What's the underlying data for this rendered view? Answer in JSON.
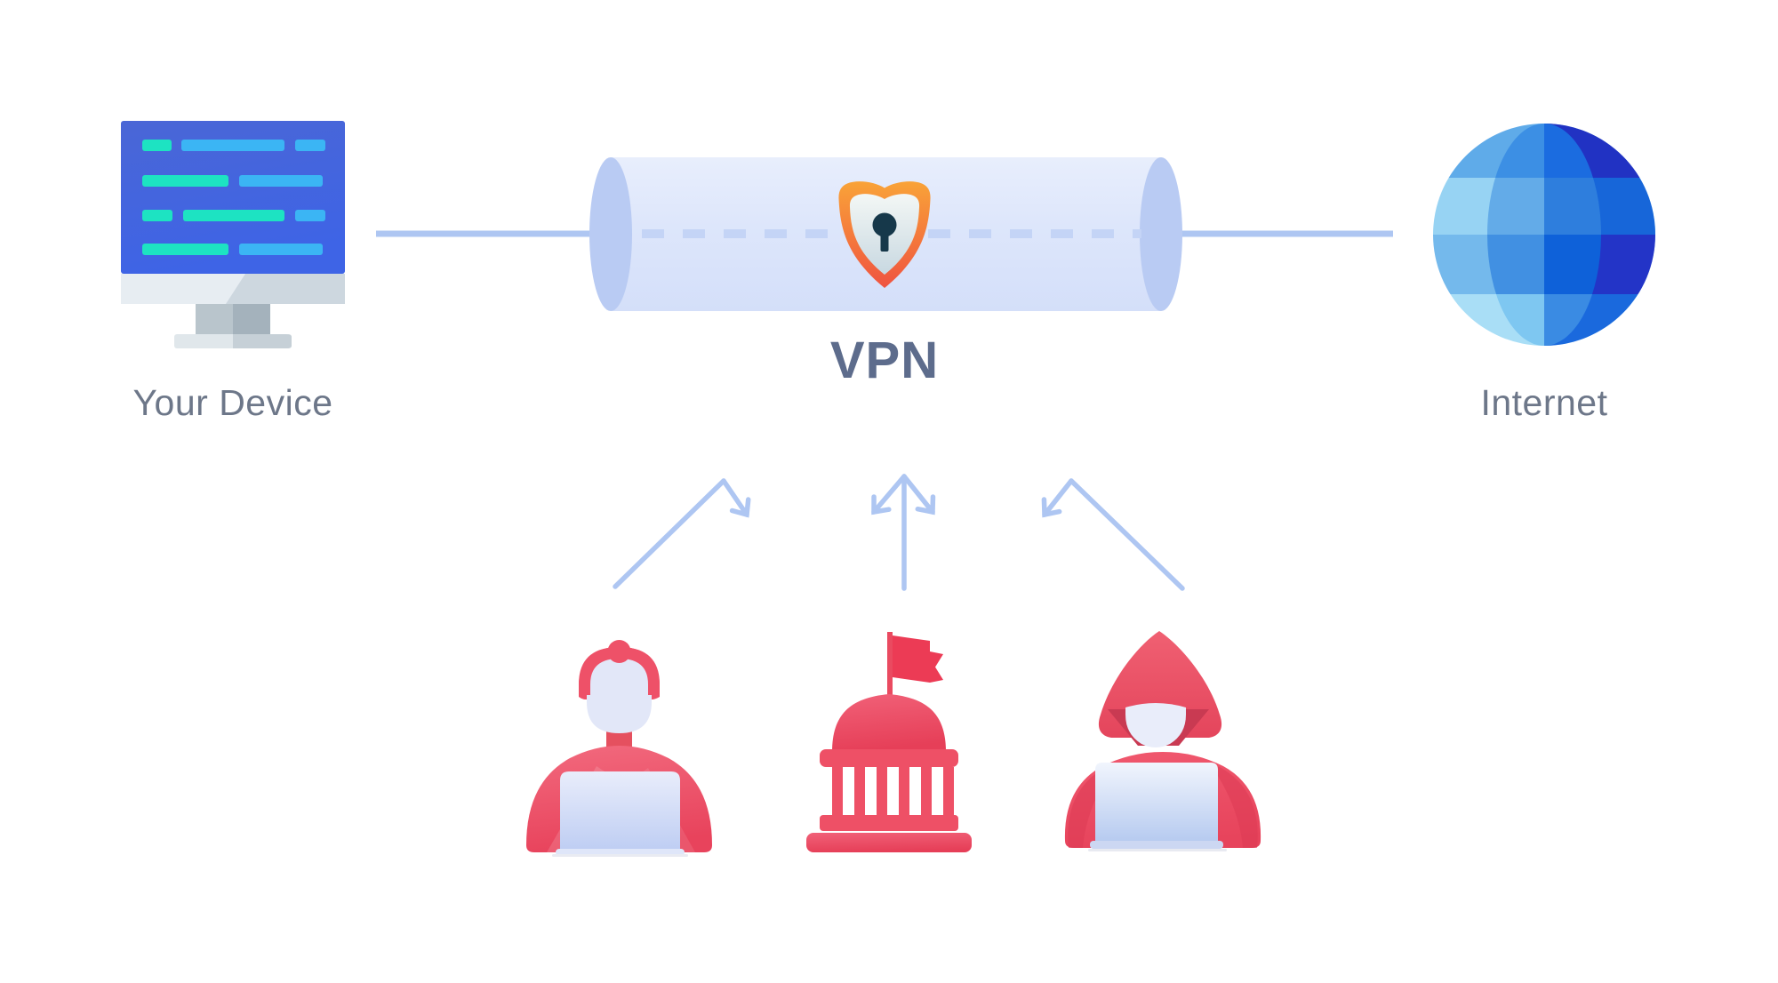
{
  "device": {
    "label": "Your Device",
    "icon": "desktop-monitor-icon"
  },
  "vpn": {
    "label": "VPN",
    "icon": "shield-lock-icon"
  },
  "internet": {
    "label": "Internet",
    "icon": "globe-icon"
  },
  "threats": {
    "icons": [
      "snooper-with-laptop-icon",
      "government-building-icon",
      "hacker-with-laptop-icon"
    ],
    "arrow_icon": "deflected-arrow-icon"
  },
  "colors": {
    "background": "#ffffff",
    "connector_blue": "#aec6f2",
    "tunnel_body": "#dde6fb",
    "tunnel_cap": "#b9cbf3",
    "dash_blue": "#c4d4f6",
    "shield_orange": "#f9a338",
    "shield_red": "#ef5340",
    "shield_inner": "#eef4f2",
    "keyhole_navy": "#16384a",
    "threat_red": "#ee5066",
    "threat_red_dark": "#c93a52",
    "label_gray": "#6d7789",
    "vpn_label_slate": "#5d6c8c",
    "screen_blue": "#4363de",
    "code_teal": "#1de3c2",
    "code_sky": "#3bb5f4",
    "monitor_gray": "#cdd7df",
    "laptop_lavender": "#c6d3f2",
    "face_lavender": "#e2e7f8",
    "globe_light": "#97d3f3",
    "globe_mid": "#2e7edd",
    "globe_dark_indigo": "#2132c3"
  }
}
